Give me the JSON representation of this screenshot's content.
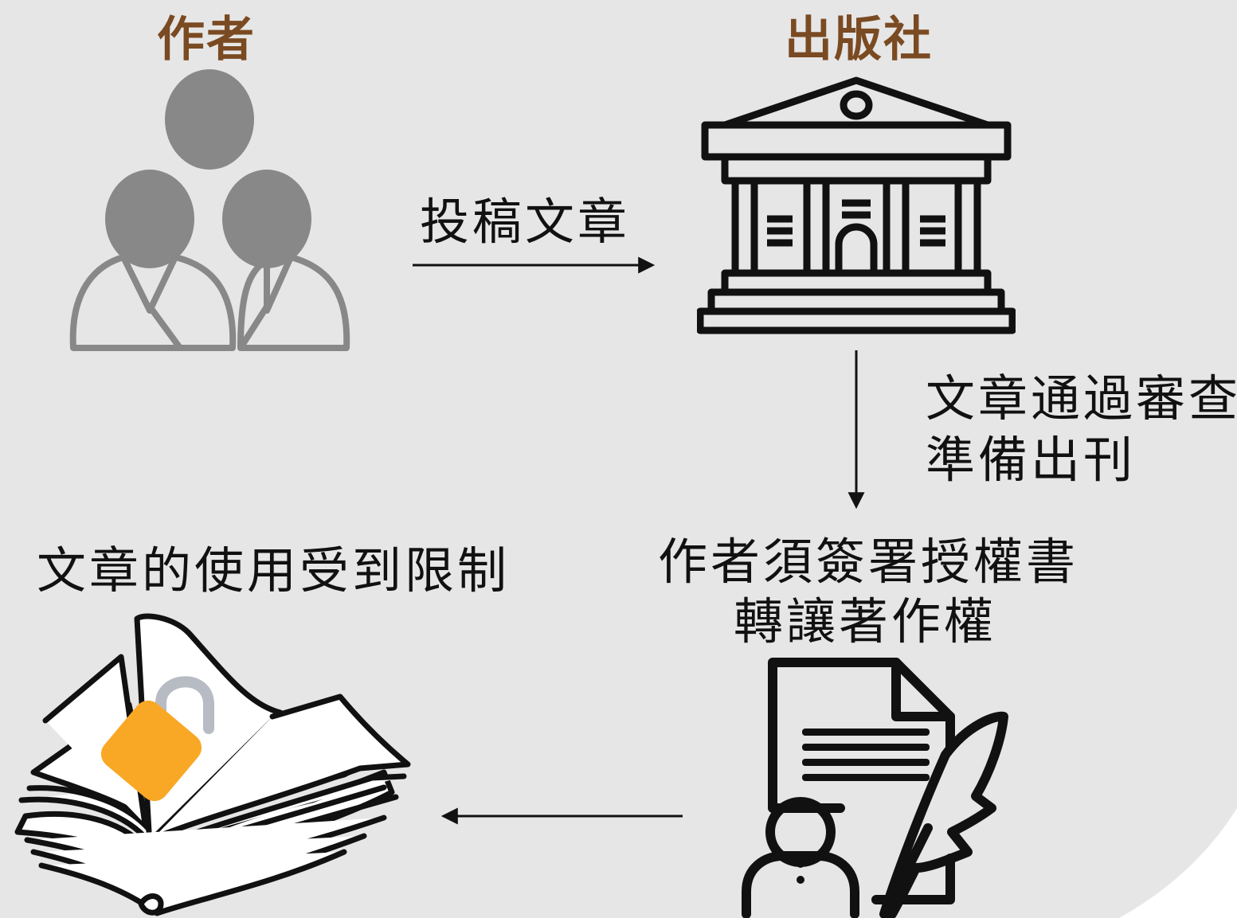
{
  "colors": {
    "background": "#e6e6e6",
    "title_brown": "#7a4a22",
    "authors_gray": "#888888",
    "lock_orange": "#f9a825",
    "lock_shackle": "#b7bcc4",
    "ink": "#111111"
  },
  "nodes": {
    "author": {
      "title": "作者",
      "icon": "authors-group-icon"
    },
    "publisher": {
      "title": "出版社",
      "icon": "publisher-building-icon"
    },
    "contract": {
      "lines": [
        "作者須簽署授權書",
        "轉讓著作權"
      ],
      "icon": "contract-signing-icon"
    },
    "restricted": {
      "label": "文章的使用受到限制",
      "icon": "locked-book-icon"
    }
  },
  "edges": {
    "submit": {
      "label": "投稿文章"
    },
    "review": {
      "lines": [
        "文章通過審查",
        "準備出刊"
      ]
    },
    "restrict": {
      "label": ""
    }
  }
}
